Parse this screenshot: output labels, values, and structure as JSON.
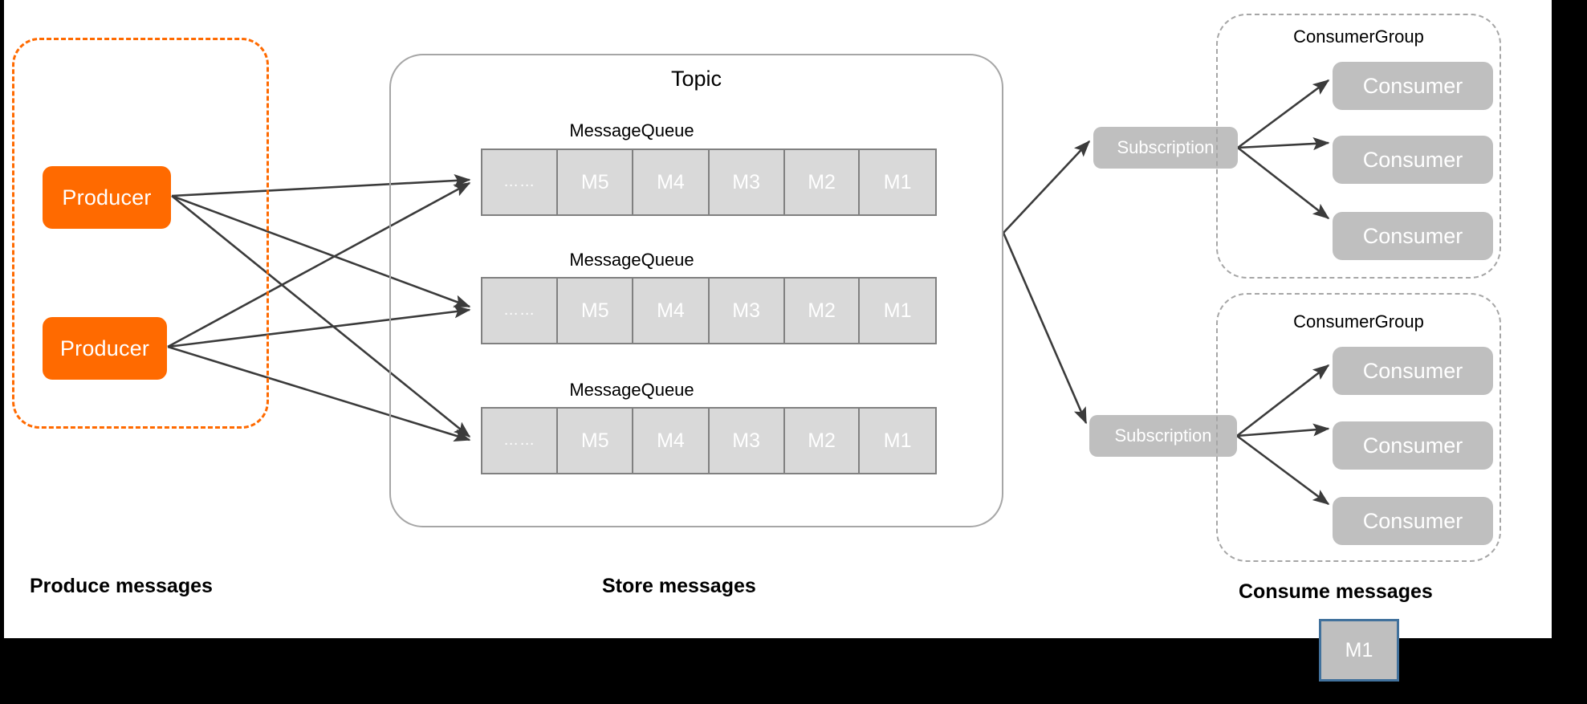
{
  "produce": {
    "caption": "Produce messages",
    "producers": [
      {
        "label": "Producer"
      },
      {
        "label": "Producer"
      }
    ]
  },
  "store": {
    "caption": "Store messages",
    "topic_title": "Topic",
    "queues": [
      {
        "label": "MessageQueue",
        "cells": [
          "……",
          "M5",
          "M4",
          "M3",
          "M2",
          "M1"
        ]
      },
      {
        "label": "MessageQueue",
        "cells": [
          "……",
          "M5",
          "M4",
          "M3",
          "M2",
          "M1"
        ]
      },
      {
        "label": "MessageQueue",
        "cells": [
          "……",
          "M5",
          "M4",
          "M3",
          "M2",
          "M1"
        ]
      }
    ]
  },
  "consume": {
    "caption": "Consume messages",
    "subscriptions": [
      {
        "label": "Subscription"
      },
      {
        "label": "Subscription"
      }
    ],
    "consumer_groups": [
      {
        "title": "ConsumerGroup",
        "consumers": [
          {
            "label": "Consumer"
          },
          {
            "label": "Consumer"
          },
          {
            "label": "Consumer"
          }
        ]
      },
      {
        "title": "ConsumerGroup",
        "consumers": [
          {
            "label": "Consumer"
          },
          {
            "label": "Consumer"
          },
          {
            "label": "Consumer"
          }
        ]
      }
    ]
  },
  "highlight_tile": {
    "label": "M1"
  },
  "colors": {
    "producer_orange": "#ff6a00",
    "queue_cell_gray": "#d9d9d9",
    "queue_border_gray": "#808080",
    "node_gray": "#bfbfbf",
    "dashed_group_gray": "#a6a6a6",
    "topic_border_gray": "#a6a6a6",
    "highlight_border_blue": "#41719c",
    "connector_dark": "#3b3b3b",
    "canvas_white": "#ffffff",
    "letterbox_black": "#000000"
  }
}
